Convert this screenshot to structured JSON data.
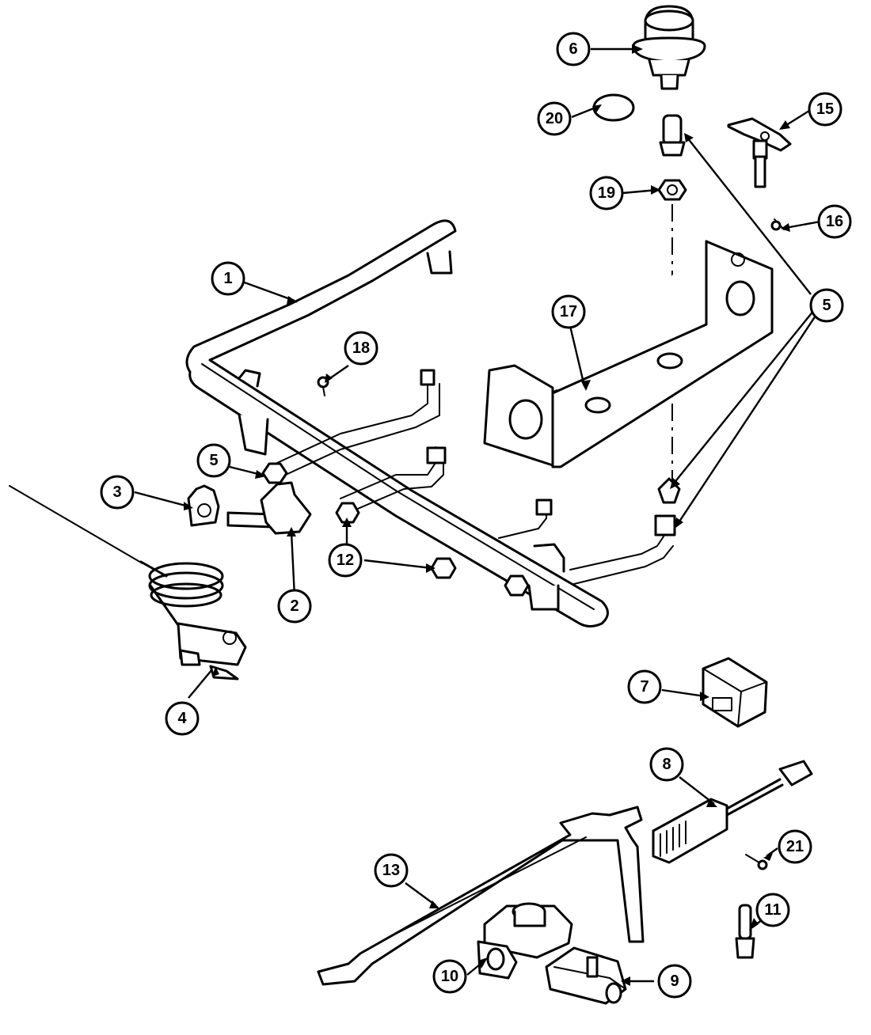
{
  "callouts": [
    {
      "id": "c1",
      "label": "1"
    },
    {
      "id": "c2",
      "label": "2"
    },
    {
      "id": "c3",
      "label": "3"
    },
    {
      "id": "c4",
      "label": "4"
    },
    {
      "id": "c5a",
      "label": "5"
    },
    {
      "id": "c5b",
      "label": "5"
    },
    {
      "id": "c6",
      "label": "6"
    },
    {
      "id": "c7",
      "label": "7"
    },
    {
      "id": "c8",
      "label": "8"
    },
    {
      "id": "c9",
      "label": "9"
    },
    {
      "id": "c10",
      "label": "10"
    },
    {
      "id": "c11",
      "label": "11"
    },
    {
      "id": "c12",
      "label": "12"
    },
    {
      "id": "c13",
      "label": "13"
    },
    {
      "id": "c15",
      "label": "15"
    },
    {
      "id": "c16",
      "label": "16"
    },
    {
      "id": "c17",
      "label": "17"
    },
    {
      "id": "c18",
      "label": "18"
    },
    {
      "id": "c19",
      "label": "19"
    },
    {
      "id": "c20",
      "label": "20"
    },
    {
      "id": "c21",
      "label": "21"
    }
  ]
}
